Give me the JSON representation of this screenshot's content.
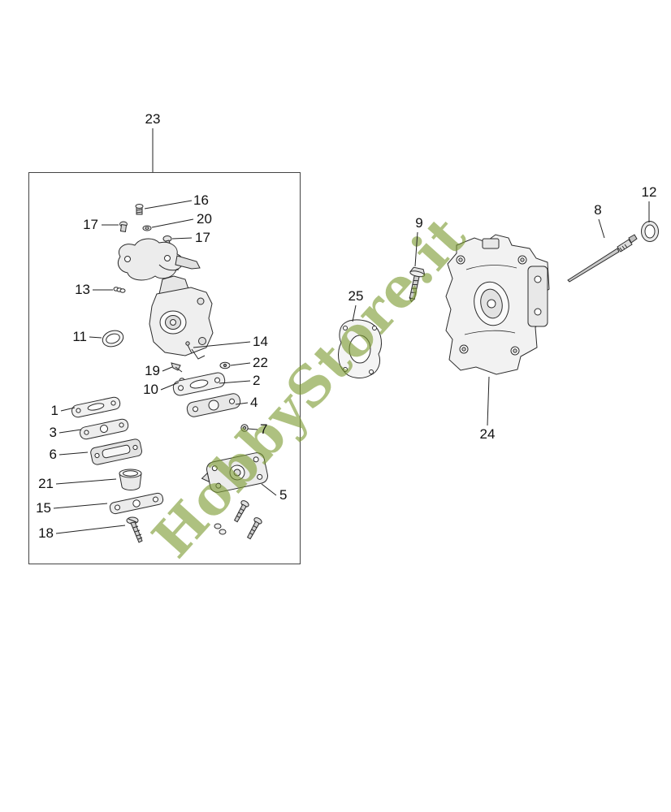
{
  "watermark": {
    "text": "HobbyStore.it",
    "color": "#7e9c33"
  },
  "diagram": {
    "description": "Exploded parts diagram of a carburetor assembly",
    "callouts": [
      {
        "label": "23"
      },
      {
        "label": "16"
      },
      {
        "label": "17"
      },
      {
        "label": "20"
      },
      {
        "label": "17"
      },
      {
        "label": "13"
      },
      {
        "label": "11"
      },
      {
        "label": "14"
      },
      {
        "label": "19"
      },
      {
        "label": "22"
      },
      {
        "label": "10"
      },
      {
        "label": "2"
      },
      {
        "label": "1"
      },
      {
        "label": "4"
      },
      {
        "label": "3"
      },
      {
        "label": "7"
      },
      {
        "label": "6"
      },
      {
        "label": "21"
      },
      {
        "label": "15"
      },
      {
        "label": "5"
      },
      {
        "label": "18"
      },
      {
        "label": "9"
      },
      {
        "label": "25"
      },
      {
        "label": "8"
      },
      {
        "label": "12"
      },
      {
        "label": "24"
      }
    ]
  }
}
